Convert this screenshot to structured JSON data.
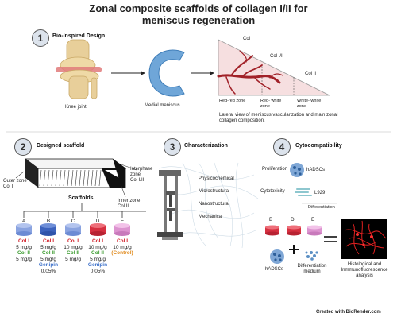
{
  "title_line1": "Zonal composite scaffolds of collagen I/II for",
  "title_line2": "meniscus regeneration",
  "section1": {
    "number": "1",
    "title": "Bio-Inspired Design",
    "knee_label": "Knee joint",
    "meniscus_label": "Medial meniscus",
    "col1": "Col I",
    "col12": "Col I/II",
    "col2": "Col II",
    "zone_rr": "Red-red zone",
    "zone_rw": "Red- white zone",
    "zone_ww": "White- white zone",
    "caption": "Lateral view of meniscus vascularization and main zonal collagen composition."
  },
  "section2": {
    "number": "2",
    "title": "Designed scaffold",
    "outer_zone": "Outer zone",
    "outer_col": "Col I",
    "interphase": "Interphase",
    "interphase_zone": "zone",
    "interphase_col": "Col I/II",
    "inner_zone": "Inner zone",
    "inner_col": "Col II",
    "scaffolds_label": "Scaffolds",
    "groups": [
      {
        "letter": "A",
        "l1": "Col I",
        "l2": "5 mg/g",
        "l3": "Col II",
        "l4": "5 mg/g",
        "l5": "",
        "l6": ""
      },
      {
        "letter": "B",
        "l1": "Col I",
        "l2": "5 mg/g",
        "l3": "Col II",
        "l4": "5 mg/g",
        "l5": "Genipin",
        "l6": "0.05%"
      },
      {
        "letter": "C",
        "l1": "Col I",
        "l2": "10 mg/g",
        "l3": "Col II",
        "l4": "5 mg/g",
        "l5": "",
        "l6": ""
      },
      {
        "letter": "D",
        "l1": "Col I",
        "l2": "10 mg/g",
        "l3": "Col II",
        "l4": "5 mg/g",
        "l5": "Genipin",
        "l6": "0.05%"
      },
      {
        "letter": "E",
        "l1": "Col I",
        "l2": "10 mg/g",
        "l3": "(Control)",
        "l4": "",
        "l5": "",
        "l6": ""
      }
    ],
    "cylinder_colors": [
      "#4a72c8",
      "#4a72c8",
      "#8aa3e0",
      "#d63040",
      "#e8a9d8"
    ]
  },
  "section3": {
    "number": "3",
    "title": "Characterization",
    "items": [
      "Physicochemical",
      "Microstructural",
      "Nanostructural",
      "Mechanical"
    ]
  },
  "section4": {
    "number": "4",
    "title": "Cytocompatibility",
    "proliferation": "Proliferation",
    "hadscs": "hADSCs",
    "cytotoxicity": "Cytotoxicity",
    "l929": "L929",
    "differentiation": "Differentiation",
    "letters": [
      "B",
      "D",
      "E"
    ],
    "hadscs2": "hADSCs",
    "medium": "Differentiation medium",
    "histo": "Histological and Inmmunofluorescence analysis"
  },
  "footer": "Created with BioRender.com"
}
